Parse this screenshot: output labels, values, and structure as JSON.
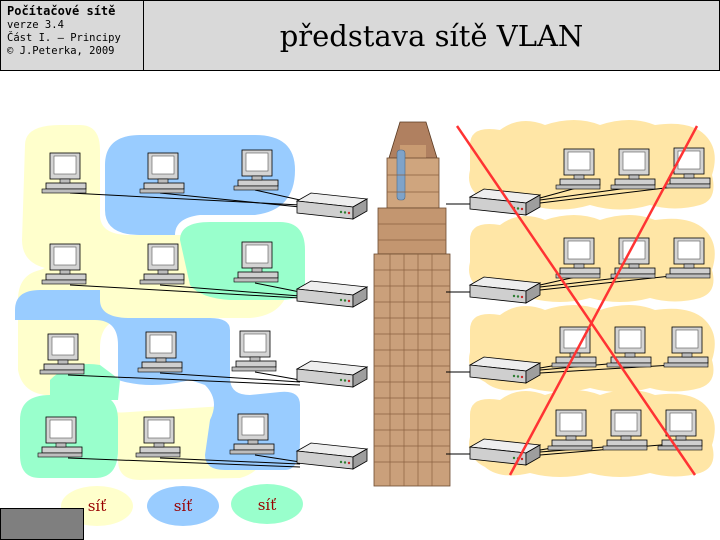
{
  "header": {
    "course_title": "Počítačové sítě",
    "version": "verze 3.4",
    "part": "Část I. – Principy",
    "copyright": "© J.Peterka, 2009"
  },
  "slide_title": "představa sítě VLAN",
  "legend": {
    "items": [
      {
        "label": "síť",
        "fill": "#ffffcc",
        "text_color": "#990000"
      },
      {
        "label": "síť",
        "fill": "#99ccff",
        "text_color": "#990000"
      },
      {
        "label": "síť",
        "fill": "#99ffcc",
        "text_color": "#990000"
      }
    ]
  },
  "colors": {
    "vlan_yellow": "#ffffcc",
    "vlan_blue": "#99ccff",
    "vlan_green": "#99ffcc",
    "lan_cloud": "#ffe6a6",
    "cross": "#ff3333",
    "header_bg": "#d9d9d9"
  },
  "icons": {
    "computer": "computer-icon",
    "switch": "switch-icon",
    "building": "skyscraper-icon"
  }
}
